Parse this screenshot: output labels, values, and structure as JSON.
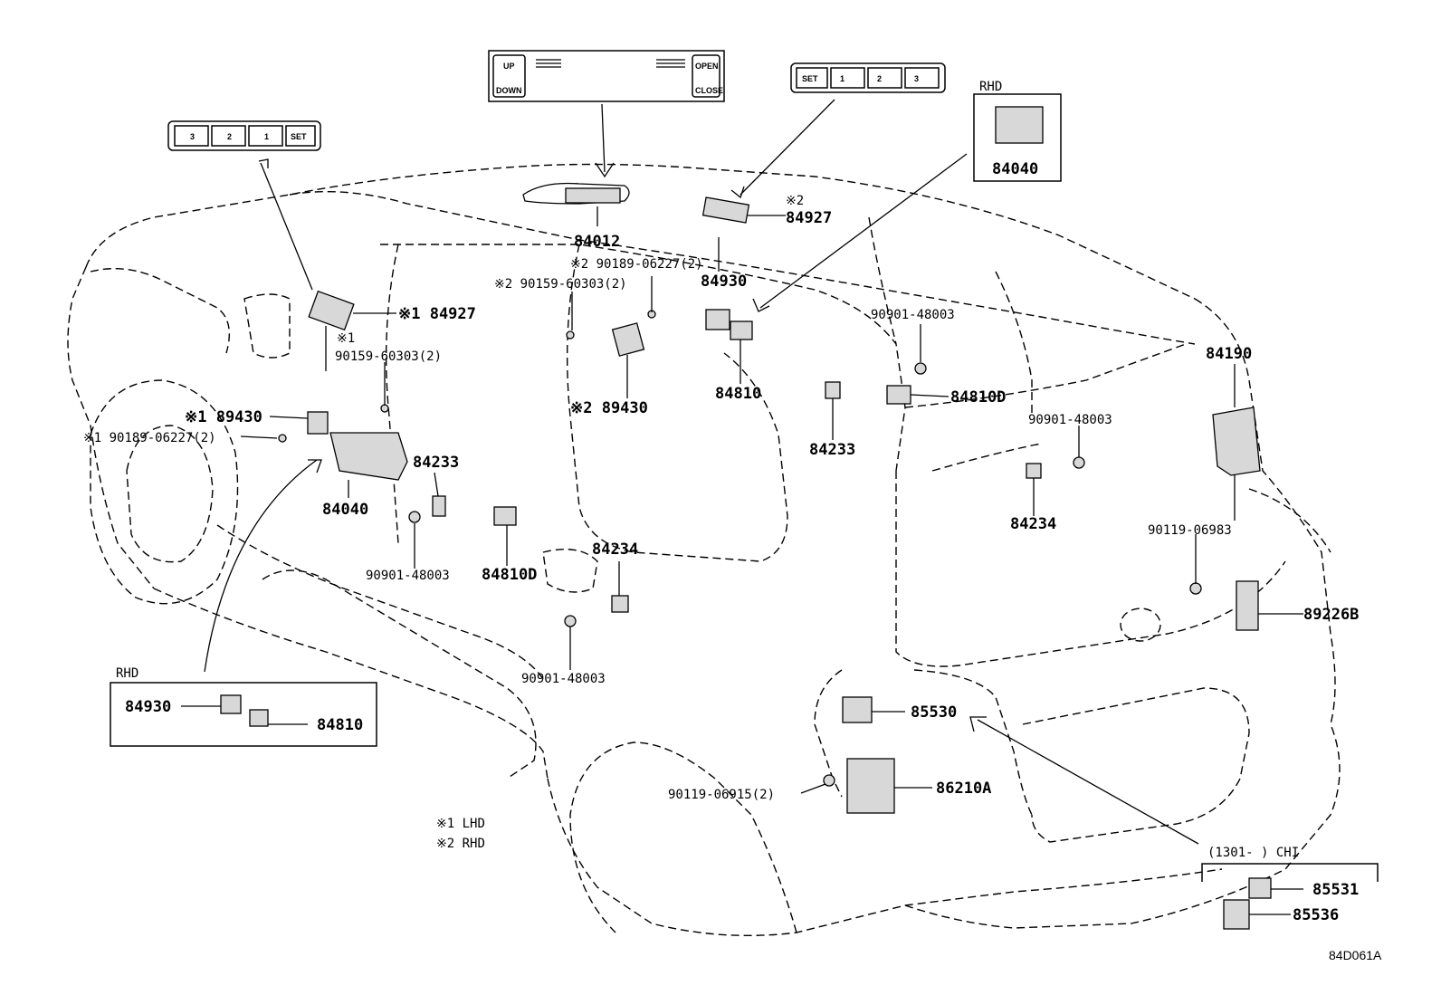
{
  "diagram_code": "84D061A",
  "legend": {
    "note1": "※1  LHD",
    "note2": "※2  RHD"
  },
  "panels": {
    "roof_switch": {
      "up": "UP",
      "down": "DOWN",
      "open": "OPEN",
      "close": "CLOSE"
    },
    "memory_left": [
      "3",
      "2",
      "1",
      "SET"
    ],
    "memory_right": [
      "SET",
      "1",
      "2",
      "3"
    ]
  },
  "boxes": {
    "rhd_top": {
      "title": "RHD",
      "part": "84040"
    },
    "rhd_left": {
      "title": "RHD",
      "part1": "84930",
      "part2": "84810"
    },
    "chi": {
      "title": "(1301-      ) CHI",
      "part1": "85531",
      "part2": "85536"
    }
  },
  "labels": {
    "p84012": "84012",
    "p84927_r_mark": "※2",
    "p84927_r": "84927",
    "p90189_r": "※2 90189-06227(2)",
    "p90159_r": "※2 90159-60303(2)",
    "p84930": "84930",
    "p84927_l": "※1 84927",
    "p90159_l_mark": "※1",
    "p90159_l": "90159-60303(2)",
    "p89430_l": "※1 89430",
    "p90189_l": "※1 90189-06227(2)",
    "p84040": "84040",
    "p84233_l": "84233",
    "p90901_a": "90901-48003",
    "p84810D_l": "84810D",
    "p89430_r": "※2 89430",
    "p84810": "84810",
    "p84233_r": "84233",
    "p90901_b": "90901-48003",
    "p84810D_r": "84810D",
    "p90901_c": "90901-48003",
    "p84234_r": "84234",
    "p84190": "84190",
    "p90119_a": "90119-06983",
    "p89226B": "89226B",
    "p84234_l": "84234",
    "p90901_d": "90901-48003",
    "p85530": "85530",
    "p90119_b": "90119-06915(2)",
    "p86210A": "86210A"
  }
}
